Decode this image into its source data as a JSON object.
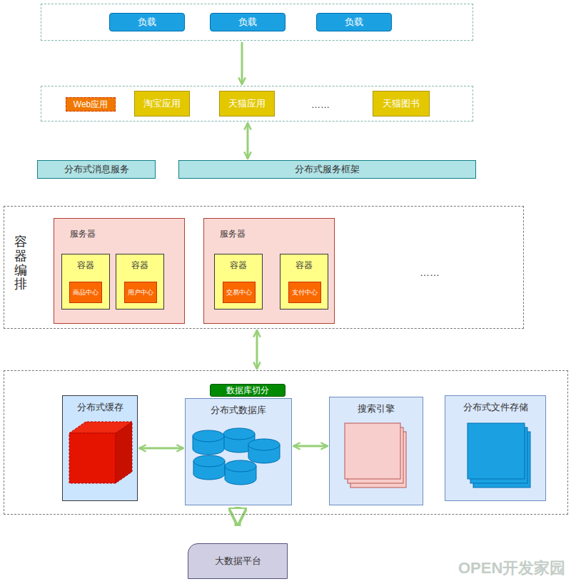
{
  "diagram": {
    "nodes": [
      {
        "text": []
      },
      {
        "text": [
          "负载"
        ],
        "in": 0
      },
      {
        "text": [
          "负载"
        ],
        "in": 0
      },
      {
        "text": [
          "负载"
        ],
        "in": 0
      },
      {
        "text": []
      },
      {
        "text": [
          "Web应用"
        ],
        "in": 4
      },
      {
        "text": [
          "淘宝应用"
        ],
        "in": 4
      },
      {
        "text": [
          "天猫应用"
        ],
        "in": 4
      },
      {
        "text": [
          "天猫图书"
        ],
        "in": 4
      },
      {
        "text": [
          "分布式消息服务"
        ]
      },
      {
        "text": [
          "分布式服务框架"
        ]
      },
      {
        "text": [
          "容器编排"
        ]
      },
      {
        "text": [
          "服务器"
        ],
        "in": 11
      },
      {
        "text": [
          "容器"
        ],
        "in": 12
      },
      {
        "text": [
          "商品中心"
        ],
        "in": 13
      },
      {
        "text": [
          "容器"
        ],
        "in": 12
      },
      {
        "text": [
          "用户中心"
        ],
        "in": 15
      },
      {
        "text": [
          "服务器"
        ],
        "in": 11
      },
      {
        "text": [
          "容器"
        ],
        "in": 17
      },
      {
        "text": [
          "交易中心"
        ],
        "in": 18
      },
      {
        "text": [
          "容器"
        ],
        "in": 17
      },
      {
        "text": [
          "支付中心"
        ],
        "in": 20
      },
      {
        "text": []
      },
      {
        "text": [
          "数据库切分"
        ],
        "in": 22
      },
      {
        "text": [
          "分布式缓存"
        ],
        "in": 22
      },
      {
        "text": [
          "分布式数据库"
        ],
        "in": 22
      },
      {
        "text": [
          "搜索引擎"
        ],
        "in": 22
      },
      {
        "text": [
          "分布式文件存储"
        ],
        "in": 22
      },
      {
        "text": [
          "大数据平台"
        ]
      }
    ],
    "edges": [
      {
        "from": 0,
        "to": 4,
        "arrow": "to"
      },
      {
        "from": 4,
        "to": 10,
        "arrow": "both"
      },
      {
        "from": 11,
        "to": 22,
        "arrow": "both"
      },
      {
        "from": 24,
        "to": 25,
        "arrow": "both"
      },
      {
        "from": 25,
        "to": 26,
        "arrow": "both"
      },
      {
        "from": 25,
        "to": 28,
        "arrow": "to"
      }
    ],
    "labels": [
      "……",
      "……",
      "OPEN开发家园"
    ]
  }
}
